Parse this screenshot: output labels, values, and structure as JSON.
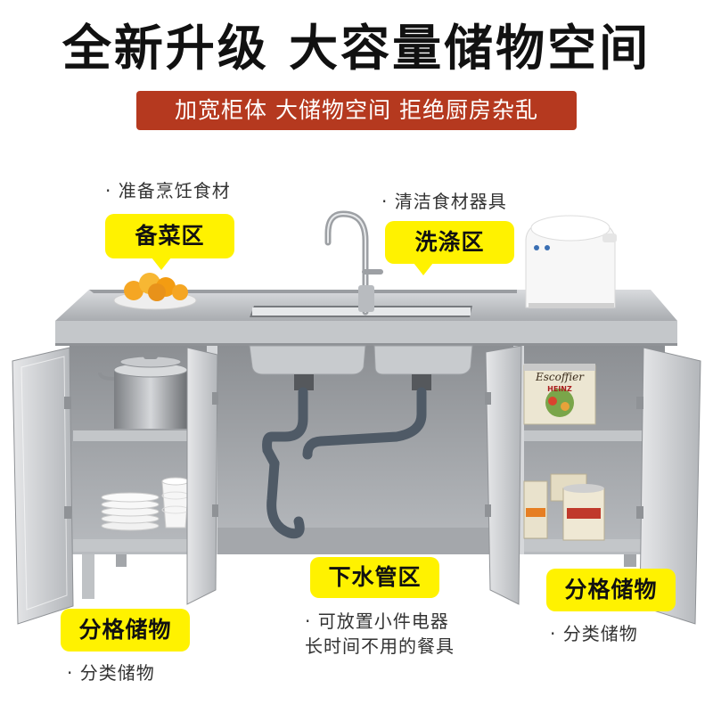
{
  "headline": "全新升级 大容量储物空间",
  "subtitle": "加宽柜体 大储物空间 拒绝厨房杂乱",
  "callouts": {
    "prep": {
      "note": "· 准备烹饪食材",
      "tag": "备菜区"
    },
    "wash": {
      "note": "· 清洁食材器具",
      "tag": "洗涤区"
    },
    "drain": {
      "tag": "下水管区",
      "note_line1": "· 可放置小件电器",
      "note_line2": "长时间不用的餐具"
    },
    "storage_left": {
      "tag": "分格储物",
      "note": "· 分类储物"
    },
    "storage_right": {
      "tag": "分格储物",
      "note": "· 分类储物"
    }
  },
  "product": {
    "can_brand": "Escoffier",
    "can_sub": "HEINZ"
  },
  "colors": {
    "accent_red": "#b5391f",
    "tag_yellow": "#fff200",
    "steel": "#b9bcc0"
  }
}
